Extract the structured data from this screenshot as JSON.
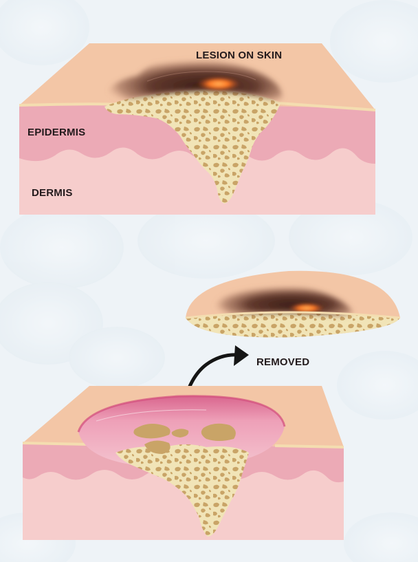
{
  "labels": {
    "lesion": "LESION ON SKIN",
    "epidermis": "EPIDERMIS",
    "dermis": "DERMIS",
    "removed": "REMOVED"
  },
  "colors": {
    "background": "#eef3f7",
    "skin_top": "#f3c6a6",
    "surface_line": "#f4ddb0",
    "epidermis": "#ecaab6",
    "dermis": "#f6cdcc",
    "lesion_fill": "#f1e4b7",
    "lesion_spots": "#c9a467",
    "lesion_dark": "#4b2a22",
    "lesion_glow": "#ff7a26",
    "wound": "#e98aa6",
    "arrow": "#151515"
  },
  "icons": [
    "curved-arrow-icon"
  ]
}
